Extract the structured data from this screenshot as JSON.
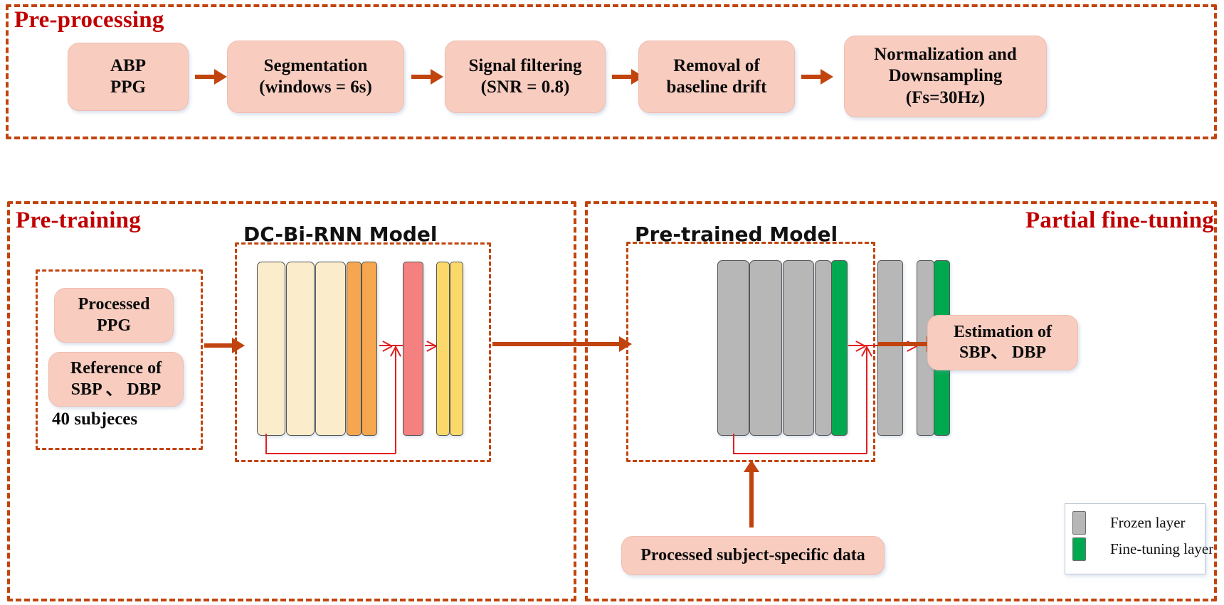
{
  "figure": {
    "type": "flowchart",
    "title": "Blood pressure estimation pipeline: pre-processing, pre-training and partial fine-tuning"
  },
  "sections": {
    "preprocessing": {
      "title": "Pre-processing",
      "steps": [
        {
          "lines": [
            "ABP",
            "PPG"
          ]
        },
        {
          "lines": [
            "Segmentation",
            "(windows = 6s)"
          ]
        },
        {
          "lines": [
            "Signal filtering",
            "(SNR = 0.8)"
          ]
        },
        {
          "lines": [
            "Removal of",
            "baseline drift"
          ]
        },
        {
          "lines": [
            "Normalization and",
            "Downsampling",
            "(Fs=30Hz)"
          ]
        }
      ]
    },
    "pretraining": {
      "title": "Pre-training",
      "input_boxes": [
        {
          "lines": [
            "Processed",
            "PPG"
          ]
        },
        {
          "lines": [
            "Reference of",
            "SBP 、 DBP"
          ]
        }
      ],
      "input_caption": "40 subjeces",
      "model_title": "DC-Bi-RNN Model",
      "layers": [
        {
          "name": "rnn-layer-1",
          "color": "#fbeccb"
        },
        {
          "name": "rnn-layer-2",
          "color": "#fbeccb"
        },
        {
          "name": "rnn-layer-3",
          "color": "#fbeccb"
        },
        {
          "name": "rnn-layer-4",
          "color": "#f5a64e"
        },
        {
          "name": "rnn-layer-5",
          "color": "#f5a64e"
        },
        {
          "name": "dense-layer-1",
          "color": "#f58080"
        },
        {
          "name": "output-layer-1",
          "color": "#fad96a"
        },
        {
          "name": "output-layer-2",
          "color": "#fad96a"
        }
      ]
    },
    "finetuning": {
      "title": "Partial fine-tuning",
      "model_title": "Pre-trained Model",
      "layers": [
        {
          "name": "frozen-layer-1",
          "color": "#b7b7b7",
          "kind": "frozen"
        },
        {
          "name": "frozen-layer-2",
          "color": "#b7b7b7",
          "kind": "frozen"
        },
        {
          "name": "frozen-layer-3",
          "color": "#b7b7b7",
          "kind": "frozen"
        },
        {
          "name": "frozen-layer-4",
          "color": "#b7b7b7",
          "kind": "frozen"
        },
        {
          "name": "fine-tuning-layer-1",
          "color": "#00a94f",
          "kind": "fine-tuning"
        },
        {
          "name": "frozen-layer-5",
          "color": "#b7b7b7",
          "kind": "frozen"
        },
        {
          "name": "frozen-layer-6",
          "color": "#b7b7b7",
          "kind": "frozen"
        },
        {
          "name": "fine-tuning-layer-2",
          "color": "#00a94f",
          "kind": "fine-tuning"
        }
      ],
      "subject_data_box": "Processed subject-specific data",
      "estimation_box": {
        "lines": [
          "Estimation of",
          "SBP、 DBP"
        ]
      }
    }
  },
  "legend": {
    "items": [
      {
        "label": "Frozen layer",
        "color": "#b7b7b7"
      },
      {
        "label": "Fine-tuning layer",
        "color": "#00a94f"
      }
    ]
  },
  "colors": {
    "frame": "#c1440e",
    "section_title": "#c00000",
    "process_box": "#f8cdc0",
    "arrow": "#c1440e",
    "skip_arrow": "#e02020",
    "frozen": "#b7b7b7",
    "fine_tuning": "#00a94f"
  }
}
